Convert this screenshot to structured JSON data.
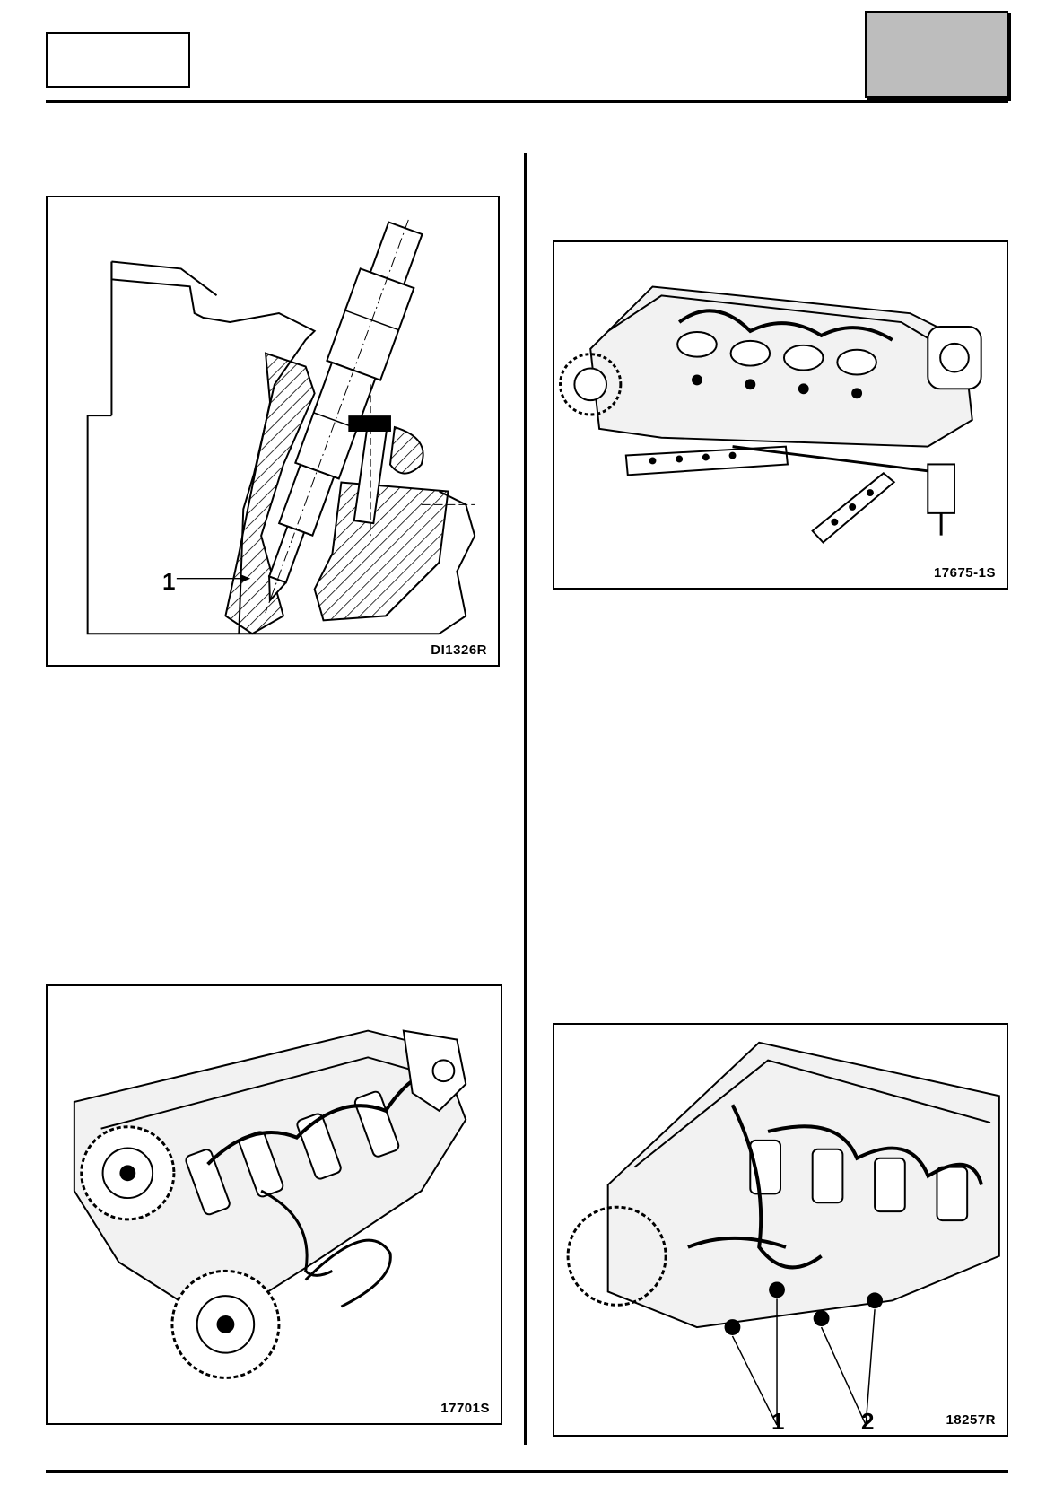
{
  "figures": [
    {
      "code": "DI1326R",
      "callouts": [
        "1"
      ]
    },
    {
      "code": "17675-1S",
      "callouts": []
    },
    {
      "code": "17701S",
      "callouts": []
    },
    {
      "code": "18257R",
      "callouts": [
        "1",
        "2"
      ]
    }
  ]
}
